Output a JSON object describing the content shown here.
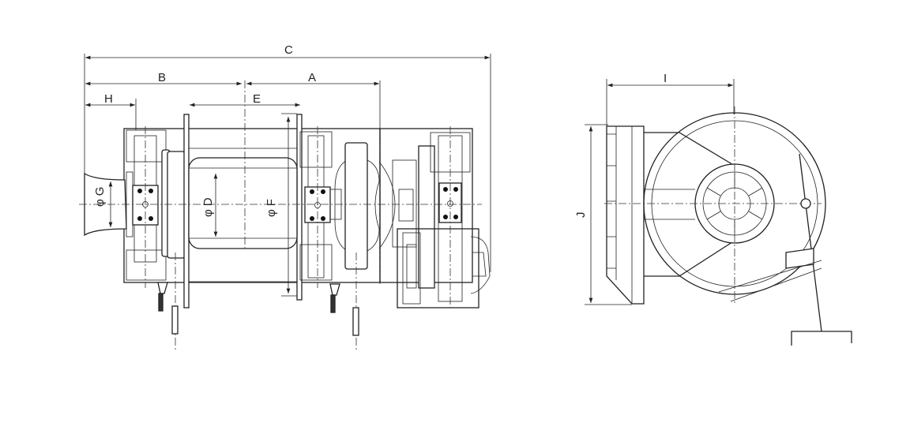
{
  "title": "Winch general arrangement drawing",
  "dimensions": {
    "overall_length": "C",
    "left_to_drum_center": "B",
    "drum_center_to_gear": "A",
    "warping_head_offset": "H",
    "drum_length": "E",
    "warping_head_diameter": "G",
    "drum_diameter": "D",
    "flange_diameter": "F",
    "side_offset": "I",
    "height": "J"
  },
  "diameter_symbol": "φ"
}
